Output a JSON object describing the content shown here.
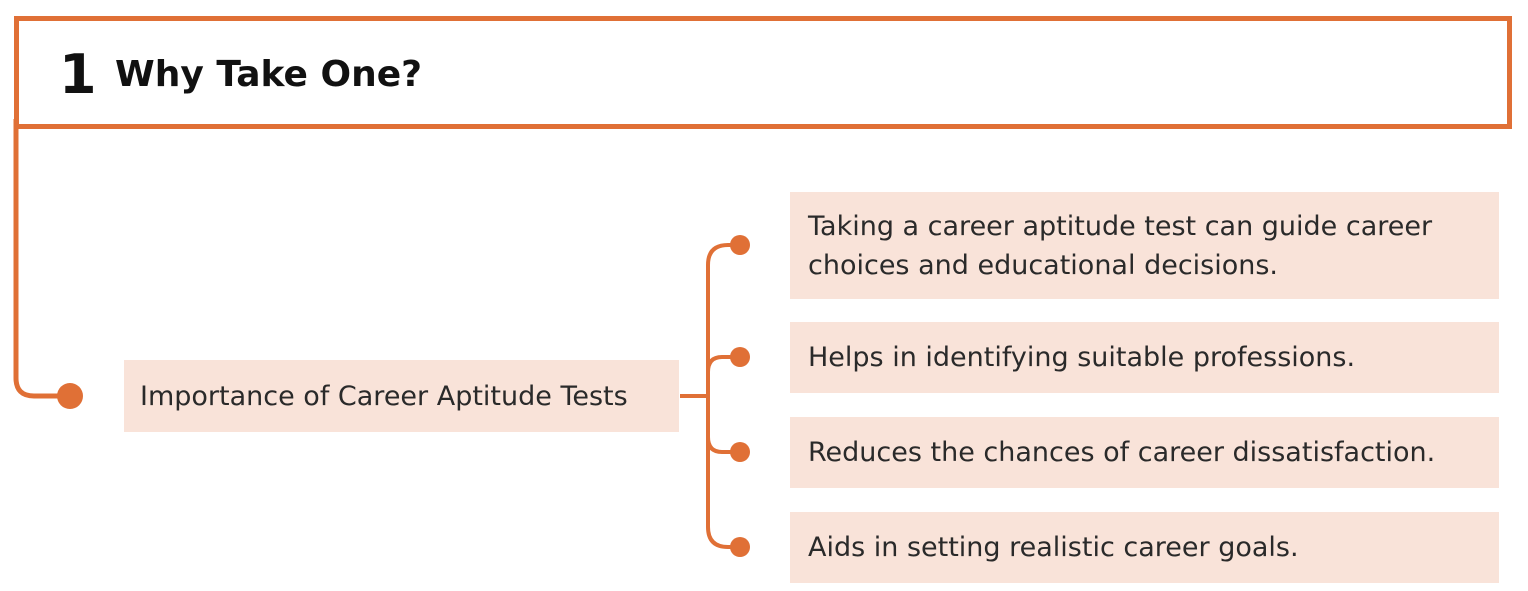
{
  "section": {
    "number": "1",
    "title": "Why Take One?"
  },
  "central_topic": "Importance of Career Aptitude Tests",
  "points": [
    "Taking a career aptitude test can guide career choices and educational decisions.",
    "Helps in identifying suitable professions.",
    "Reduces the chances of career dissatisfaction.",
    "Aids in setting realistic career goals."
  ],
  "colors": {
    "accent": "#e07036",
    "node_fill": "#f9e3d9",
    "text": "#2a2a2a"
  }
}
